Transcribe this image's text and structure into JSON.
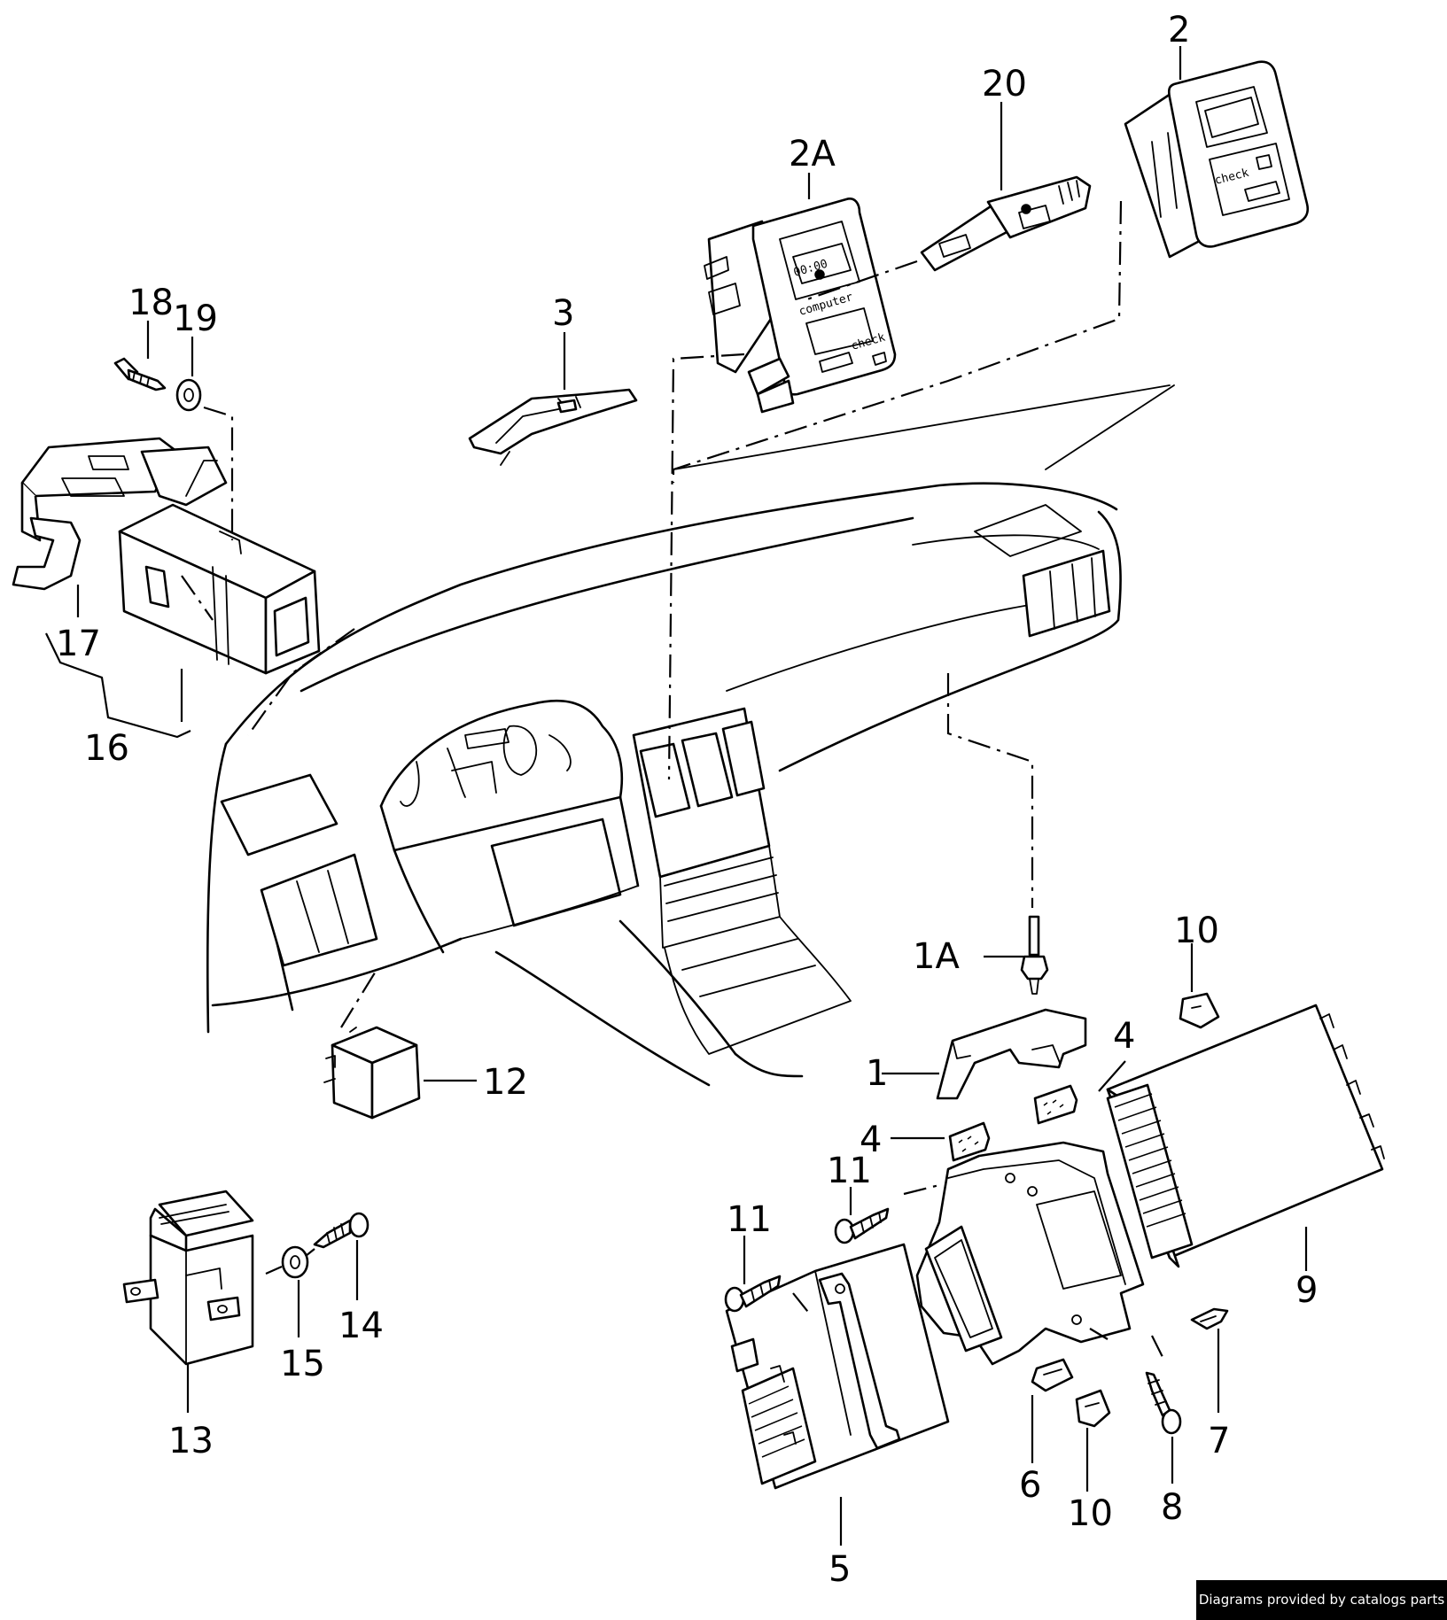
{
  "callouts": {
    "c1": "1",
    "c1a": "1A",
    "c2": "2",
    "c2a": "2A",
    "c3": "3",
    "c4a": "4",
    "c4b": "4",
    "c5": "5",
    "c6": "6",
    "c7": "7",
    "c8": "8",
    "c9": "9",
    "c10a": "10",
    "c10b": "10",
    "c11a": "11",
    "c11b": "11",
    "c12": "12",
    "c13": "13",
    "c14": "14",
    "c15": "15",
    "c16": "16",
    "c17": "17",
    "c18": "18",
    "c19": "19",
    "c20": "20"
  },
  "device_text": {
    "computer": "computer",
    "check": "check",
    "check_2": "check",
    "digits": "00:00"
  },
  "footer": {
    "credit": "Diagrams provided by catalogs parts"
  }
}
